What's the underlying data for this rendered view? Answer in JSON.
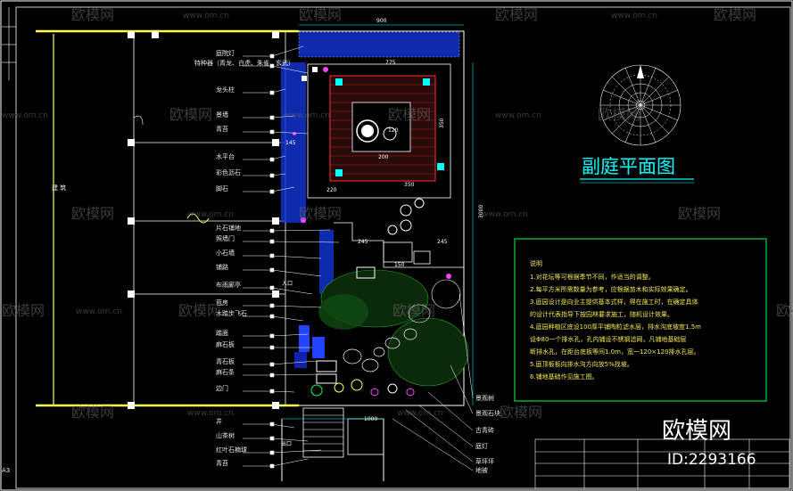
{
  "title": "副庭平面图",
  "building_label": "建    筑",
  "sheet_mark": "A3",
  "watermark_brand": "欧模网",
  "watermark_url": "www.om.cn",
  "footer_brand": "欧模网",
  "footer_id": "ID:2293166",
  "left_labels": [
    "庭院灯",
    "特种器（青龙、白虎、朱雀、玄武）",
    "龙头柱",
    "景墙",
    "青苔",
    "水平台",
    "彩色沥石",
    "脚石",
    "片石铺地",
    "照墙门",
    "小石墙",
    "铺路",
    "布雨廊亭",
    "苞房",
    "木踏步飞石",
    "踏面",
    "麻石板",
    "青石板",
    "麻石条",
    "边门",
    "井",
    "山茶树",
    "红叶石楠球",
    "青苔"
  ],
  "right_labels": [
    "景观树",
    "景观石块",
    "古青砖",
    "庭灯",
    "草坪坪",
    "地被"
  ],
  "dims": [
    "900",
    "775",
    "350",
    "200",
    "120",
    "350",
    "145",
    "220",
    "3000",
    "245",
    "245",
    "150",
    "1000",
    "入口",
    "出口"
  ],
  "notes_heading": "说明",
  "notes": [
    "1.对花坛等可根据季节不同，作适当的调整。",
    "2.每平方米所需数量为参考，应根据苗木和实际效果确定。",
    "3.庭园设计是向业主提供基本式样，得在施工时，在确定具体",
    "  的设计代表指导下按园林要求施工，随机设计效果。",
    "4.庭园种植区底设100厚平铺陶粒滤水层，排水沟底坡度1.5m",
    "  设Φ80一个排水孔，孔内铺设不锈钢滤网，凡铺地基础层",
    "  断排水孔，在距台底板等间1.0m，宽一120×120排水孔层。",
    "5.庭顶板板向排水沟方向放5%找坡。",
    "6.铺地基础作见施工图。"
  ],
  "colors": {
    "background": "#000000",
    "frame": "#ffff55",
    "cyan": "#00ffff",
    "green": "#00ff44",
    "magenta": "#ff44ff",
    "white": "#ffffff",
    "red": "#ff2222",
    "blue_gravel": "#2244ff"
  }
}
